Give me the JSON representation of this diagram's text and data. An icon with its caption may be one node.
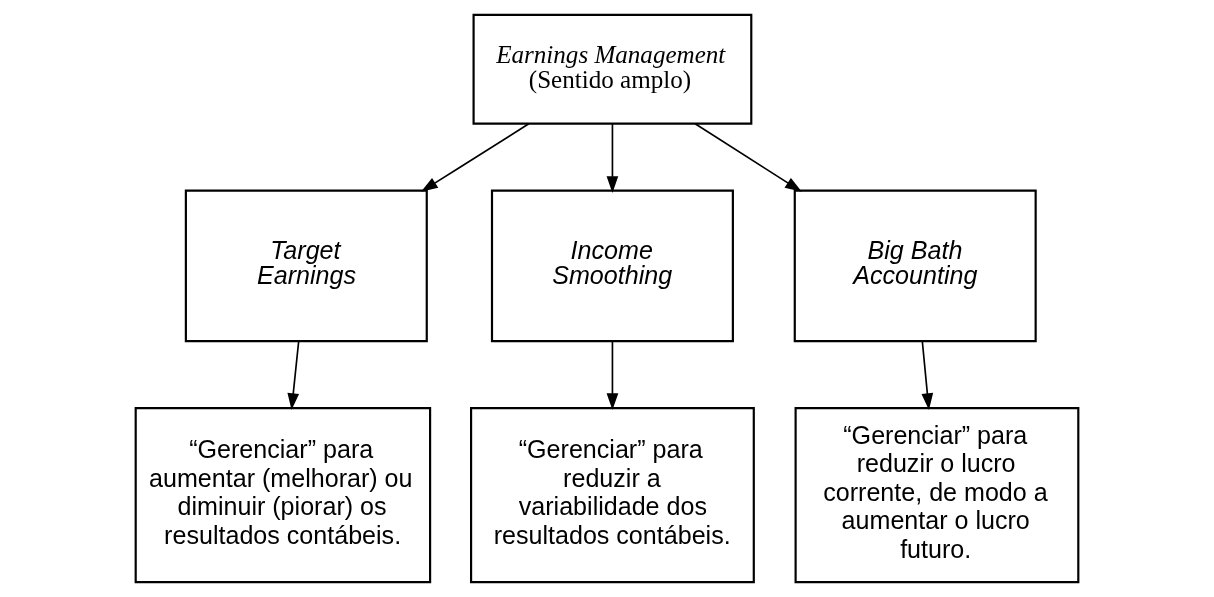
{
  "diagram": {
    "nodes": [
      {
        "text": [
          "Earnings Management",
          "(Sentido amplo)"
        ]
      },
      {
        "text": [
          "Target Earnings"
        ]
      },
      {
        "text": [
          "Income Smoothing"
        ]
      },
      {
        "text": [
          "Big Bath Accounting"
        ]
      },
      {
        "text": [
          "“Gerenciar” para aumentar (melhorar) ou diminuir (piorar) os resultados contábeis."
        ]
      },
      {
        "text": [
          "“Gerenciar” para reduzir a variabilidade dos resultados contábeis."
        ]
      },
      {
        "text": [
          "“Gerenciar” para reduzir o lucro corrente, de modo a aumentar o lucro futuro."
        ]
      }
    ],
    "edges": [
      {
        "from": 0,
        "to": 1,
        "arrow": "to"
      },
      {
        "from": 0,
        "to": 2,
        "arrow": "to"
      },
      {
        "from": 0,
        "to": 3,
        "arrow": "to"
      },
      {
        "from": 1,
        "to": 4,
        "arrow": "to"
      },
      {
        "from": 2,
        "to": 5,
        "arrow": "to"
      },
      {
        "from": 3,
        "to": 6,
        "arrow": "to"
      }
    ]
  }
}
